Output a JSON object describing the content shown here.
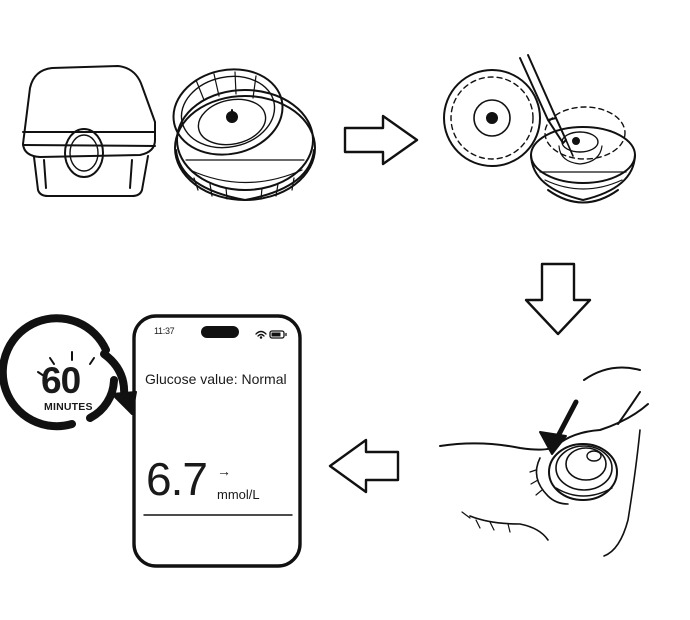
{
  "steps": [
    {
      "id": "prepare-applicator",
      "icon": "applicator-and-cup-icon"
    },
    {
      "id": "load-sensor",
      "icon": "sensor-loading-icon"
    },
    {
      "id": "apply-sensor",
      "icon": "sensor-on-body-icon"
    },
    {
      "id": "read-result",
      "icon": "phone-reading-icon"
    }
  ],
  "timer": {
    "number": "60",
    "unit": "MINUTES",
    "icon": "clock-arrow-icon"
  },
  "phone": {
    "time": "11:37",
    "status_label": "Glucose value: Normal",
    "value": "6.7",
    "trend_arrow": "→",
    "unit": "mmol/L"
  },
  "arrows": [
    "right-arrow-icon",
    "down-arrow-icon",
    "left-arrow-icon"
  ]
}
